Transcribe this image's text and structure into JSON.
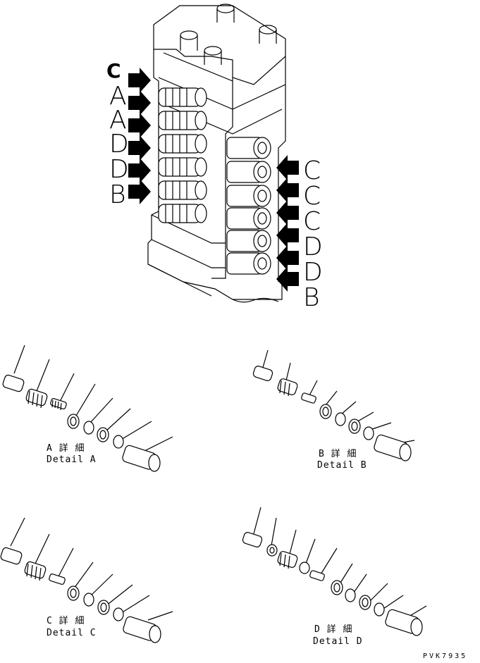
{
  "left_labels": [
    "C",
    "A",
    "A",
    "D",
    "D",
    "B"
  ],
  "right_labels": [
    "C",
    "C",
    "C",
    "D",
    "D",
    "B"
  ],
  "details": [
    {
      "jp": "A 詳 細",
      "en": "Detail A"
    },
    {
      "jp": "B 詳 細",
      "en": "Detail B"
    },
    {
      "jp": "C 詳 細",
      "en": "Detail C"
    },
    {
      "jp": "D 詳 細",
      "en": "Detail D"
    }
  ],
  "drawing_code": "PVK7935"
}
